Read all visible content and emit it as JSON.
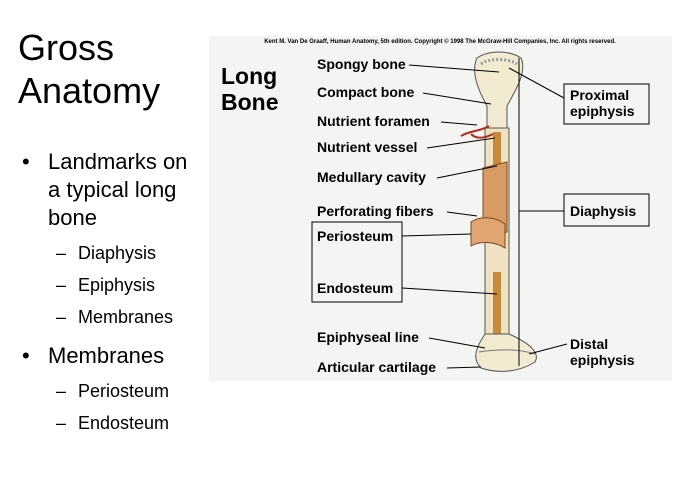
{
  "title": {
    "line1": "Gross",
    "line2": "Anatomy"
  },
  "bullets": [
    {
      "text": "Landmarks on a typical long bone",
      "subs": [
        "Diaphysis",
        "Epiphysis",
        "Membranes"
      ]
    },
    {
      "text": "Membranes",
      "subs": [
        "Periosteum",
        "Endosteum"
      ]
    }
  ],
  "figure": {
    "credit": "Kent M. Van De Graaff, Human Anatomy, 5th edition. Copyright © 1998 The McGraw-Hill Companies, Inc. All rights reserved.",
    "heading": {
      "line1": "Long",
      "line2": "Bone"
    },
    "left_labels": [
      "Spongy bone",
      "Compact bone",
      "Nutrient foramen",
      "Nutrient vessel",
      "Medullary cavity",
      "Perforating fibers",
      "Periosteum",
      "Endosteum",
      "Epiphyseal line",
      "Articular cartilage"
    ],
    "right_labels": {
      "proximal": [
        "Proximal",
        "epiphysis"
      ],
      "diaphysis": "Diaphysis",
      "distal": [
        "Distal",
        "epiphysis"
      ]
    }
  }
}
